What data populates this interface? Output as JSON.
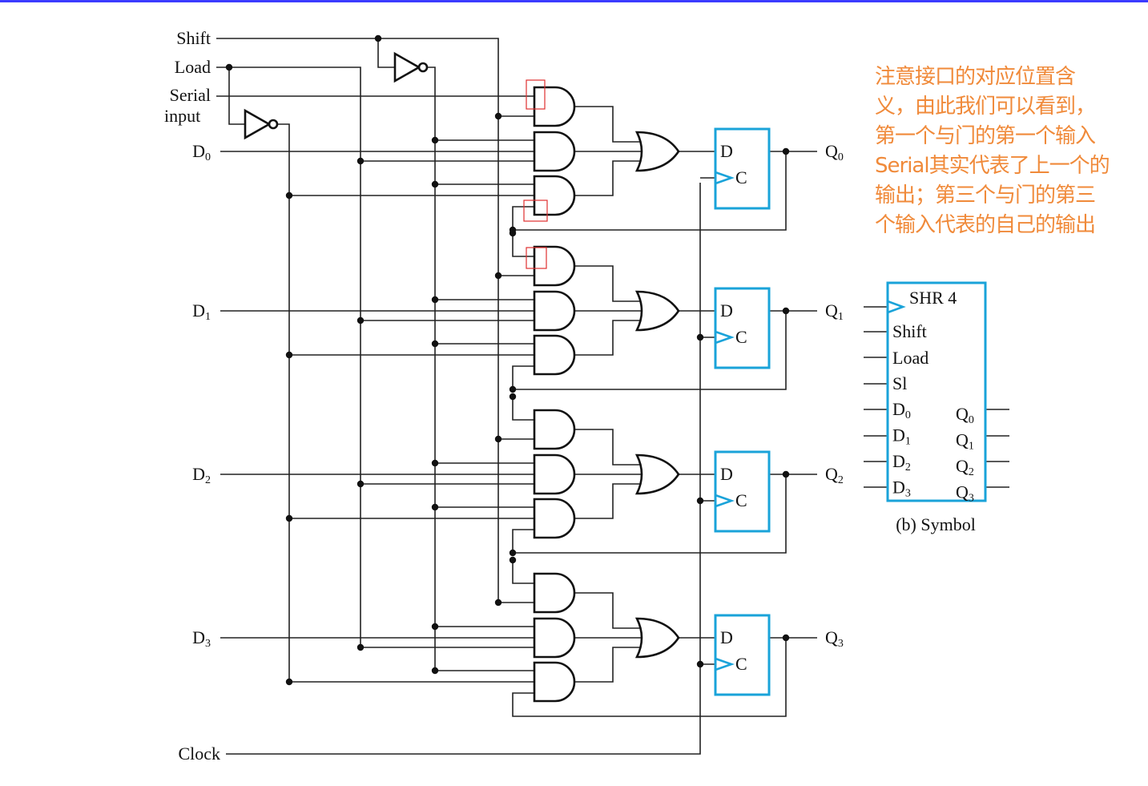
{
  "colors": {
    "top_bar": "#3b3bff",
    "flipflop": "#1aa3d9",
    "annotation_text": "#f08a3a",
    "highlight_box": "#e03030",
    "wire": "#222222"
  },
  "circuit": {
    "inputs": {
      "shift": "Shift",
      "load": "Load",
      "serial_line1": "Serial",
      "serial_line2": "input",
      "clock": "Clock"
    },
    "data_inputs": [
      {
        "base": "D",
        "sub": "0"
      },
      {
        "base": "D",
        "sub": "1"
      },
      {
        "base": "D",
        "sub": "2"
      },
      {
        "base": "D",
        "sub": "3"
      }
    ],
    "outputs": [
      {
        "base": "Q",
        "sub": "0"
      },
      {
        "base": "Q",
        "sub": "1"
      },
      {
        "base": "Q",
        "sub": "2"
      },
      {
        "base": "Q",
        "sub": "3"
      }
    ],
    "flipflop_pins": {
      "d": "D",
      "c": "C"
    },
    "stage_count": 4,
    "gates_per_stage": {
      "and": 3,
      "or": 1
    },
    "inverters": [
      "Shift inverter",
      "Load inverter"
    ],
    "highlighted_pins": [
      "stage0-and1-input1",
      "stage0-and3-input3",
      "stage1-and1-input1"
    ]
  },
  "symbol": {
    "title": "SHR 4",
    "inputs": [
      "Shift",
      "Load",
      "Sl"
    ],
    "data_inputs": [
      {
        "base": "D",
        "sub": "0"
      },
      {
        "base": "D",
        "sub": "1"
      },
      {
        "base": "D",
        "sub": "2"
      },
      {
        "base": "D",
        "sub": "3"
      }
    ],
    "outputs": [
      {
        "base": "Q",
        "sub": "0"
      },
      {
        "base": "Q",
        "sub": "1"
      },
      {
        "base": "Q",
        "sub": "2"
      },
      {
        "base": "Q",
        "sub": "3"
      }
    ],
    "caption": "(b) Symbol"
  },
  "annotation": {
    "lines": [
      "注意接口的对应位置含",
      "义，由此我们可以看到，",
      "第一个与门的第一个输入",
      "Serial其实代表了上一个的",
      "输出；第三个与门的第三",
      "个输入代表的自己的输出"
    ]
  }
}
